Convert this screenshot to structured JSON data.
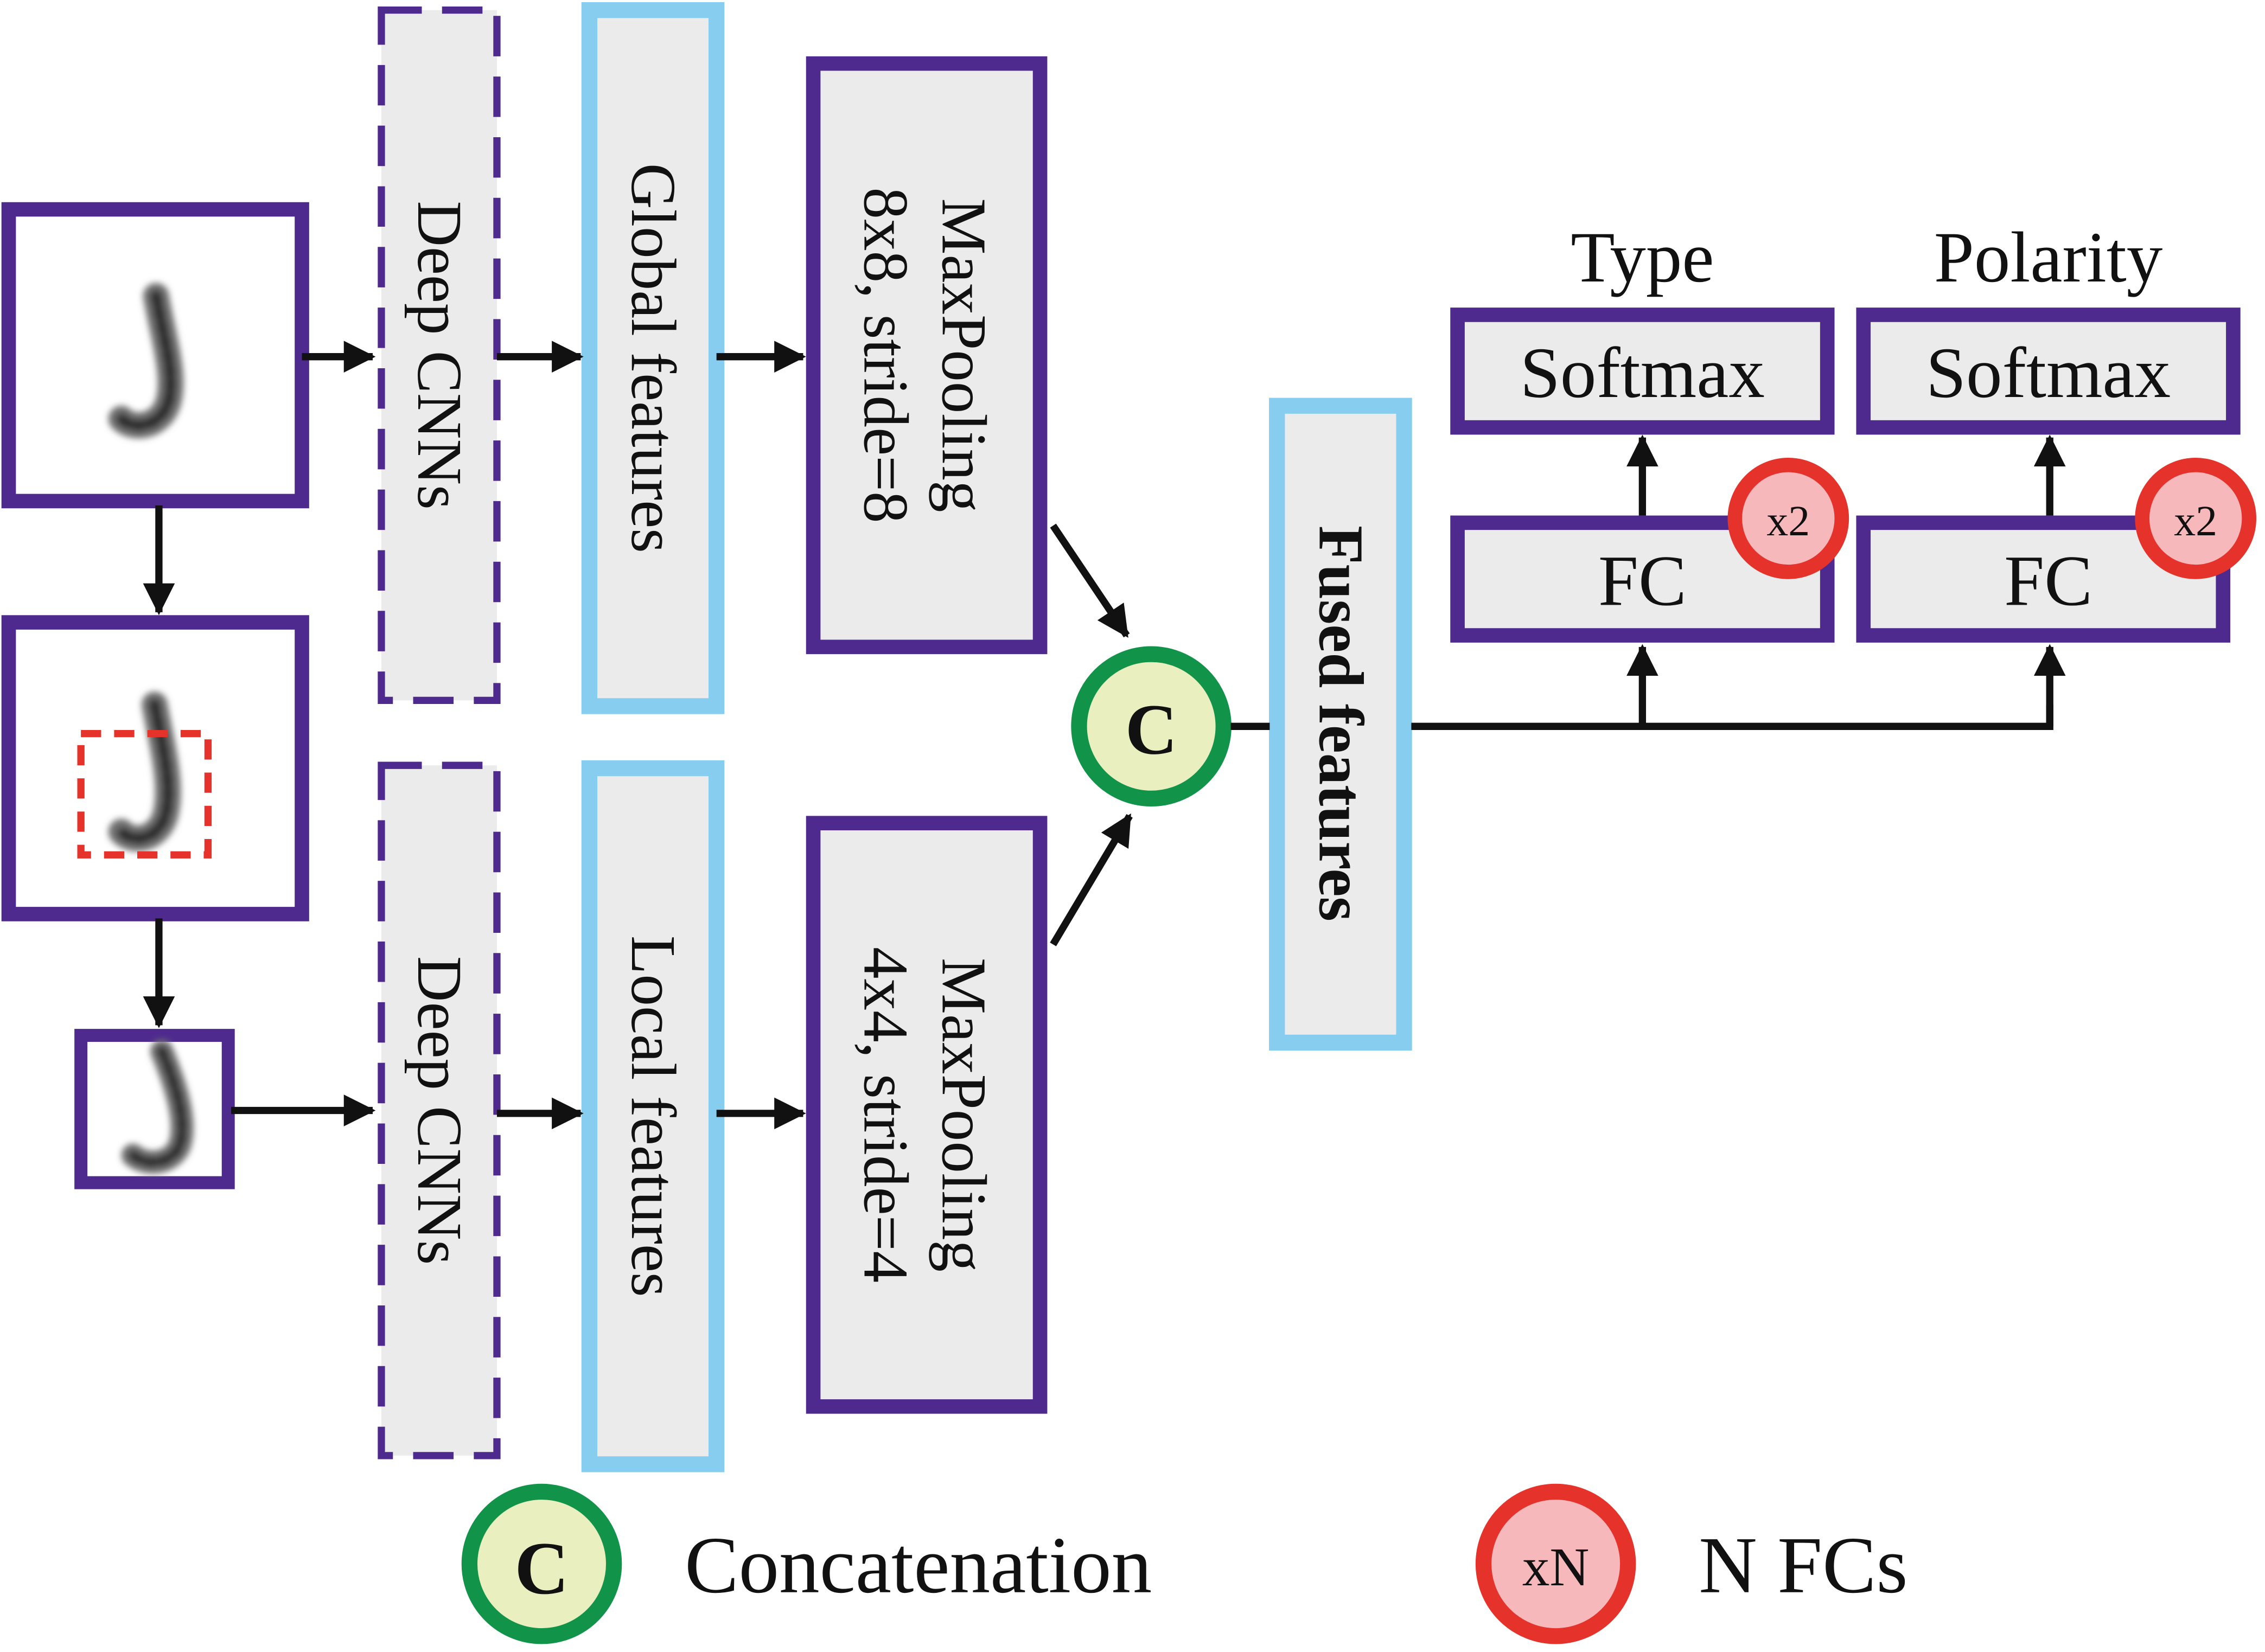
{
  "colors": {
    "purple": "#4e2a8e",
    "blue": "#86cdf0",
    "box_fill": "#ebebeb",
    "green": "#11934a",
    "green_fill": "#e9efbe",
    "red": "#e5322b",
    "red_fill": "#f6b8bb",
    "black": "#111111"
  },
  "branches": {
    "global": {
      "cnn_label": "Deep CNNs",
      "features_label": "Global features",
      "pool_line1": "MaxPooling",
      "pool_line2": "8x8, stride=8"
    },
    "local": {
      "cnn_label": "Deep CNNs",
      "features_label": "Local features",
      "pool_line1": "MaxPooling",
      "pool_line2": "4x4, stride=4"
    }
  },
  "concat_symbol": "C",
  "fused_label": "Fused features",
  "heads": [
    {
      "title": "Type",
      "softmax_label": "Softmax",
      "fc_label": "FC",
      "badge": "x2"
    },
    {
      "title": "Polarity",
      "softmax_label": "Softmax",
      "fc_label": "FC",
      "badge": "x2"
    }
  ],
  "legend": {
    "concat_symbol": "C",
    "concat_label": "Concatenation",
    "nfc_symbol": "xN",
    "nfc_label": "N FCs"
  },
  "icons": {
    "input_image": "chromosome-image",
    "crop_region": "dashed-crop-box"
  }
}
